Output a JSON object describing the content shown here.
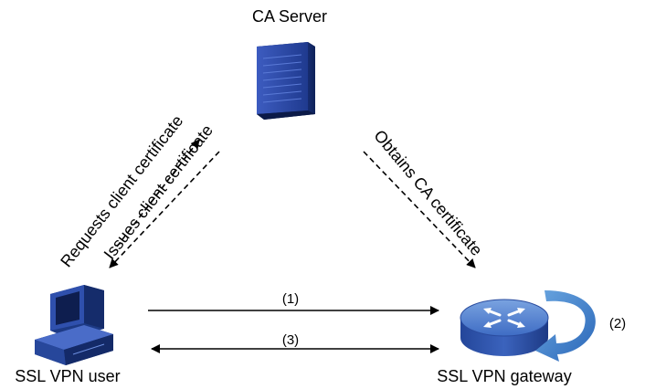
{
  "nodes": {
    "ca_server": {
      "label": "CA Server",
      "icon": "server-icon"
    },
    "vpn_user": {
      "label": "SSL VPN user",
      "icon": "pc-icon"
    },
    "vpn_gateway": {
      "label": "SSL VPN gateway",
      "icon": "router-icon"
    }
  },
  "edges": {
    "requests_cert": "Requests client certificate",
    "issues_cert": "Issues client certificate",
    "obtains_ca_cert": "Obtains CA certificate",
    "step1": "(1)",
    "step2": "(2)",
    "step3": "(3)"
  },
  "colors": {
    "device_blue": "#2d4aa0",
    "loop_arrow": "#3c7fc8"
  }
}
